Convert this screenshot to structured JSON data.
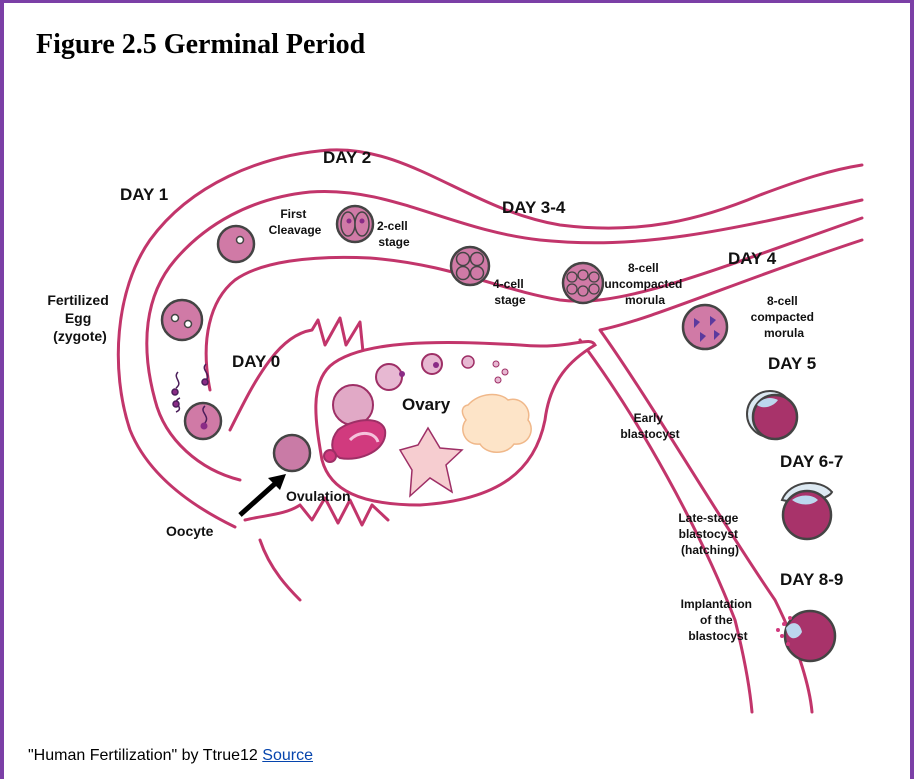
{
  "figure": {
    "title": "Figure 2.5 Germinal Period",
    "caption_text": "\"Human Fertilization\" by Ttrue12 ",
    "caption_link": "Source"
  },
  "labels": {
    "day0": "DAY 0",
    "day1": "DAY 1",
    "day2": "DAY 2",
    "day34": "DAY 3-4",
    "day4": "DAY 4",
    "day5": "DAY 5",
    "day67": "DAY 6-7",
    "day89": "DAY 8-9",
    "first_cleavage": [
      "First",
      "Cleavage"
    ],
    "two_cell": [
      "2-cell",
      "stage"
    ],
    "four_cell": [
      "4-cell",
      "stage"
    ],
    "eight_uncompacted": [
      "8-cell",
      "uncompacted",
      "morula"
    ],
    "eight_compacted": [
      "8-cell",
      "compacted",
      "morula"
    ],
    "fertilized_egg": [
      "Fertilized",
      "Egg",
      "(zygote)"
    ],
    "ovary": "Ovary",
    "ovulation": "Ovulation",
    "oocyte": "Oocyte",
    "early_blastocyst": [
      "Early",
      "blastocyst"
    ],
    "late_blastocyst": [
      "Late-stage",
      "blastocyst",
      "(hatching)"
    ],
    "implantation": [
      "Implantation",
      "of the",
      "blastocyst"
    ]
  },
  "colors": {
    "frame": "#7b3fa6",
    "tube": "#c2356b",
    "cell_fill": "#d07aa6",
    "cell_dark": "#9e2f66",
    "nucleus": "#8a2c86",
    "ovary_fill": "#ffffff",
    "star": "#f6cdd0",
    "cloud": "#fde4c8",
    "blast_cap": "#bcd8ee",
    "link": "#0645ad"
  }
}
